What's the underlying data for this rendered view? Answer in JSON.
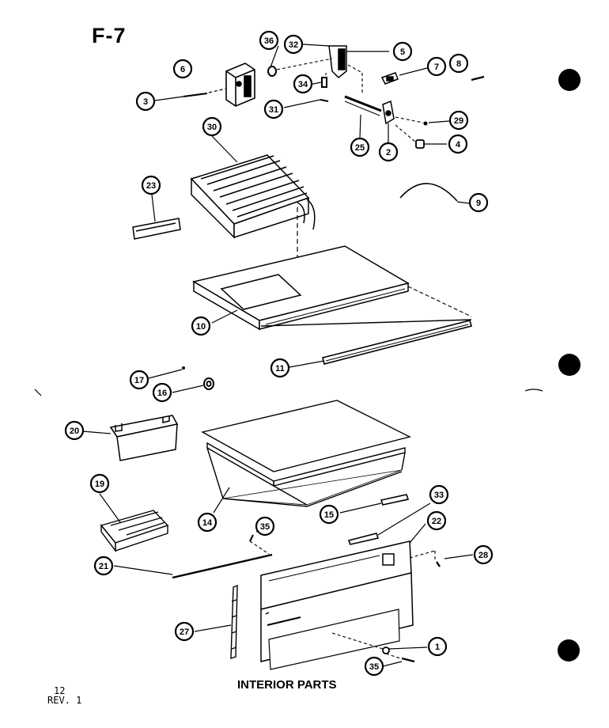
{
  "figure_id": "F-7",
  "caption": "INTERIOR PARTS",
  "page_number": "12",
  "revision": "REV. 1",
  "callouts": [
    "36",
    "32",
    "5",
    "6",
    "7",
    "8",
    "34",
    "3",
    "31",
    "29",
    "25",
    "2",
    "4",
    "30",
    "9",
    "23",
    "10",
    "11",
    "17",
    "16",
    "20",
    "19",
    "14",
    "15",
    "33",
    "22",
    "35",
    "28",
    "21",
    "27",
    "1",
    "35"
  ],
  "colors": {
    "ink": "#000000",
    "paper": "#ffffff"
  }
}
